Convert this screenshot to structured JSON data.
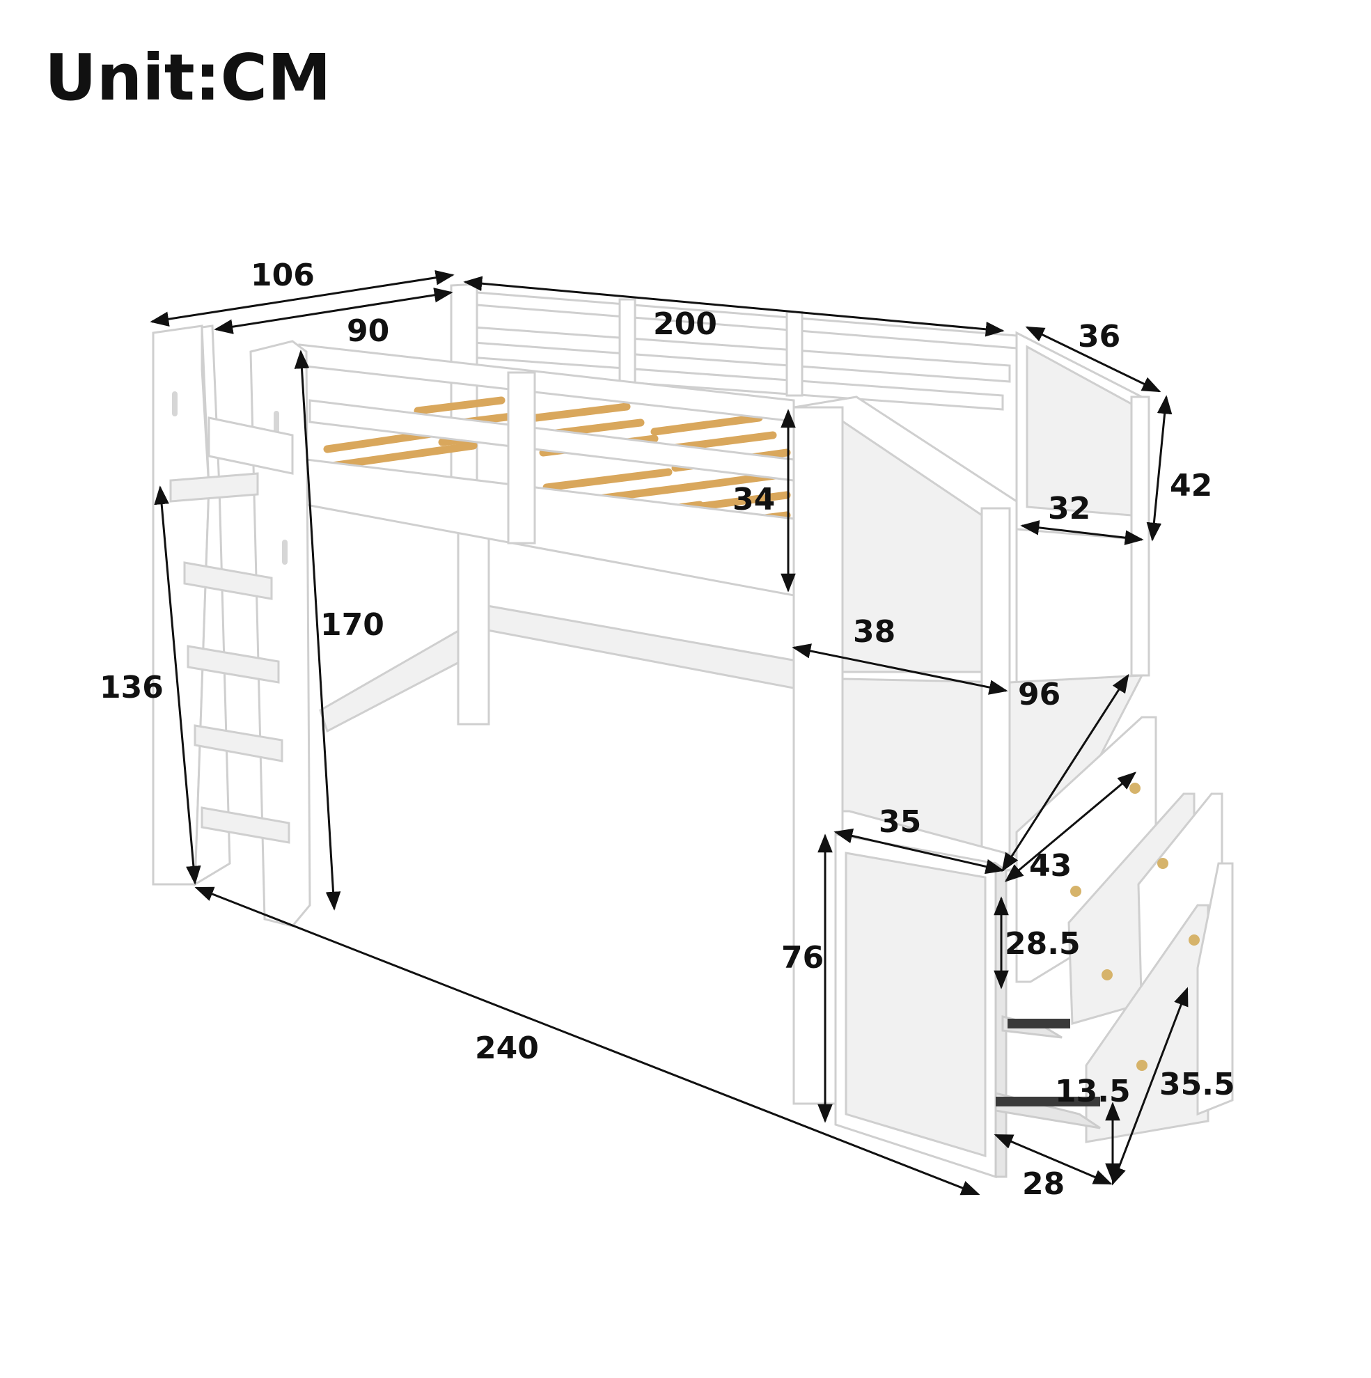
{
  "header": {
    "title": "Unit:CM"
  },
  "dimensions": {
    "total_width": "106",
    "inner_width": "90",
    "bed_length": "200",
    "stair_top_depth": "36",
    "stair_top_height": "42",
    "stair_top_inner": "32",
    "guardrail_height": "34",
    "ladder_height": "170",
    "ladder_side_height": "136",
    "stair_depth": "38",
    "cabinet_length": "96",
    "cabinet_top_depth": "35",
    "drawer_width": "43",
    "drawer_height": "28.5",
    "cabinet_height": "76",
    "total_length": "240",
    "drawer_front_height": "13.5",
    "drawer_depth": "35.5",
    "drawer_bottom_width": "28"
  },
  "colors": {
    "slats": "#d9a75c",
    "knobs": "#d6b36a",
    "frame": "#ffffff",
    "text": "#111111"
  }
}
